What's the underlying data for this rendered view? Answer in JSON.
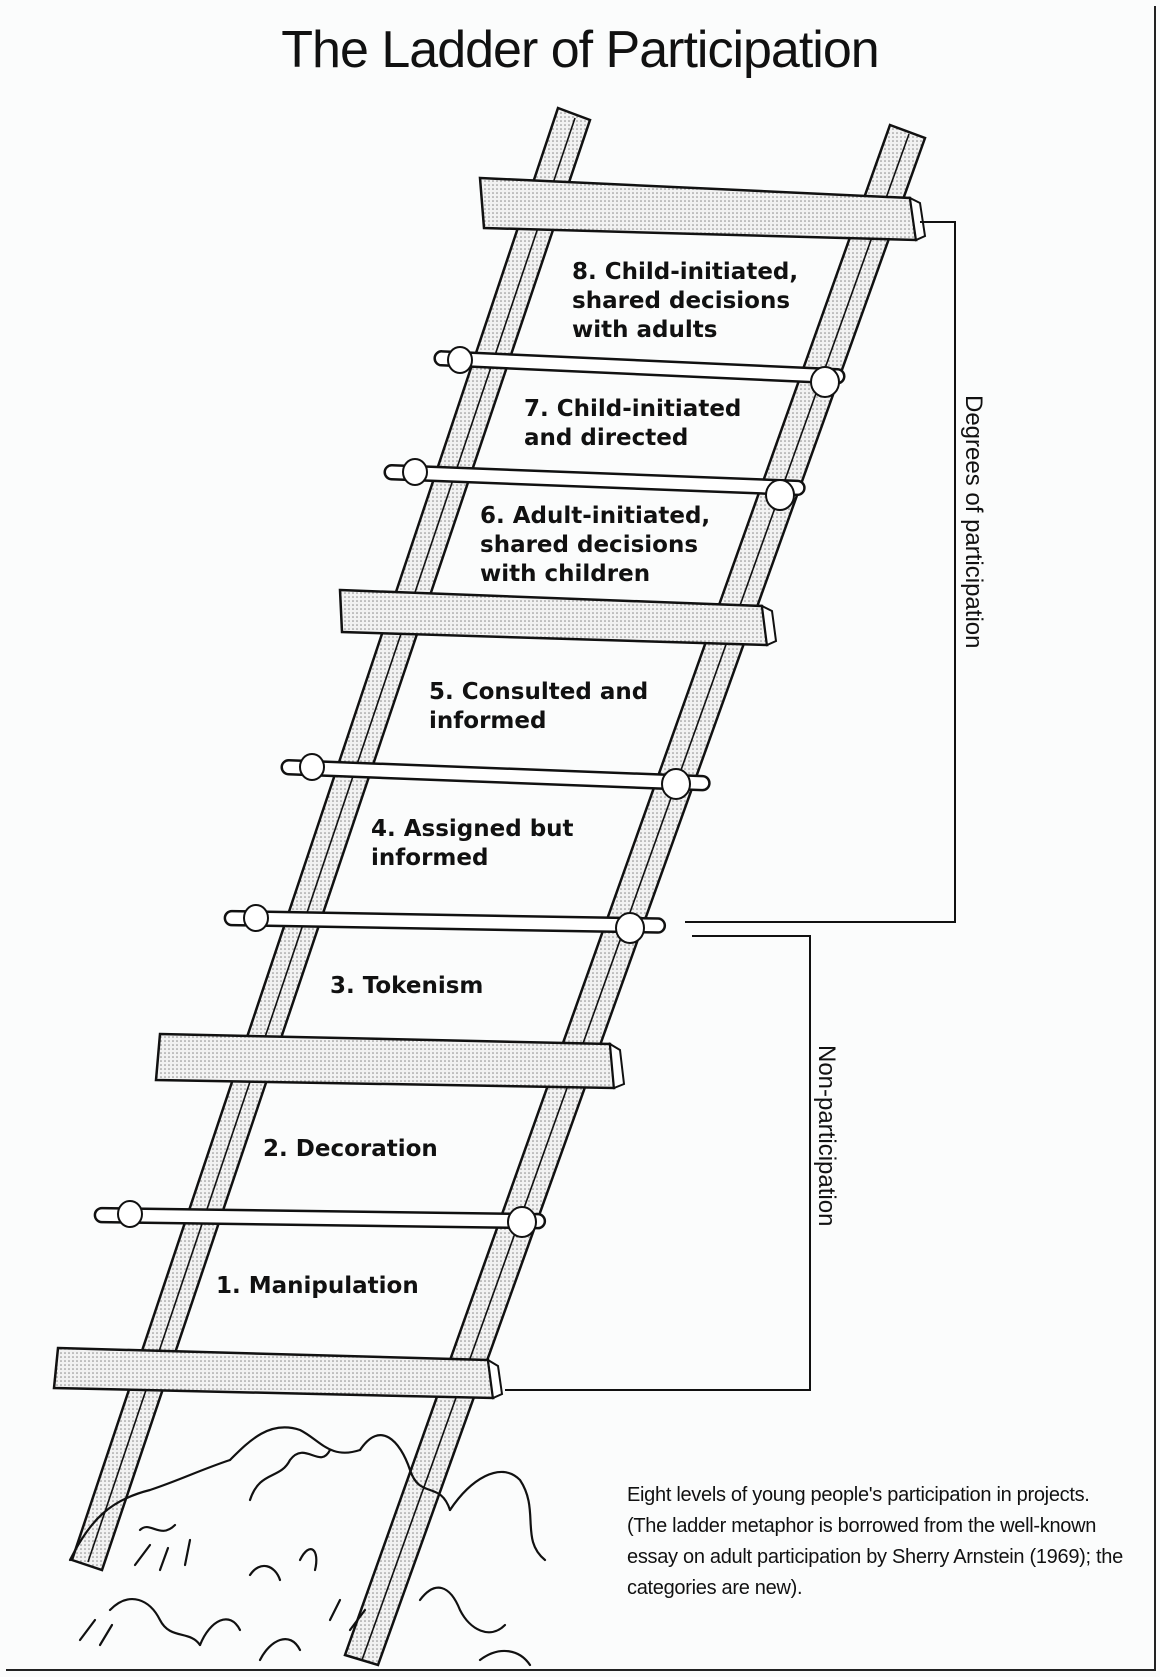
{
  "title": "The Ladder of Participation",
  "levels": [
    "8. Child-initiated,\nshared decisions\nwith adults",
    "7. Child-initiated\nand directed",
    "6. Adult-initiated,\nshared decisions\nwith children",
    "5. Consulted and\ninformed",
    "4. Assigned but\ninformed",
    "3. Tokenism",
    "2. Decoration",
    "1. Manipulation"
  ],
  "groups": {
    "participation": "Degrees of participation",
    "non_participation": "Non-participation"
  },
  "caption": "Eight levels of young people's participation in projects. (The ladder metaphor is borrowed from the well-known essay on adult participation by Sherry Arnstein (1969); the categories are new)."
}
